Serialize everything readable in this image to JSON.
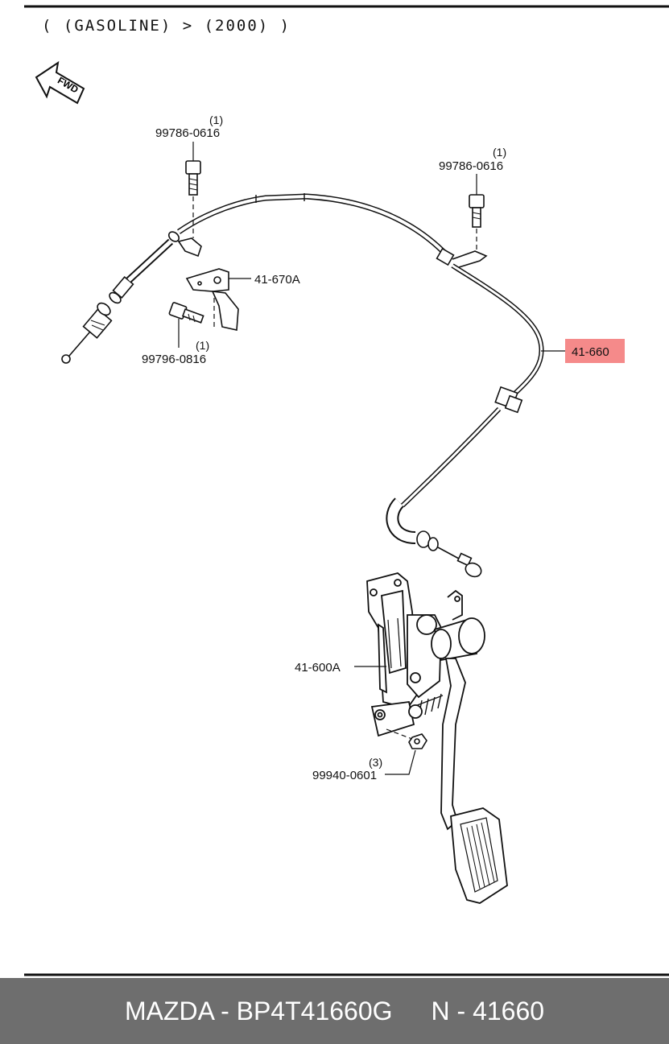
{
  "header": {
    "condition": "( (GASOLINE) > (2000) )"
  },
  "direction": {
    "label": "FWD"
  },
  "callouts": [
    {
      "id": "bolt-top-left",
      "qty": "(1)",
      "part": "99786-0616"
    },
    {
      "id": "bolt-top-right",
      "qty": "(1)",
      "part": "99786-0616"
    },
    {
      "id": "bracket",
      "part": "41-670A"
    },
    {
      "id": "bolt-lower",
      "qty": "(1)",
      "part": "99796-0816"
    },
    {
      "id": "cable",
      "part": "41-660",
      "highlighted": true
    },
    {
      "id": "pedal-assembly",
      "part": "41-600A"
    },
    {
      "id": "nut",
      "qty": "(3)",
      "part": "99940-0601"
    }
  ],
  "footer": {
    "brand_part": "MAZDA - BP4T41660G",
    "ref": "N - 41660"
  },
  "colors": {
    "highlight": "#f58a8a",
    "footer_bg": "#6e6e6e",
    "line": "#111111"
  }
}
